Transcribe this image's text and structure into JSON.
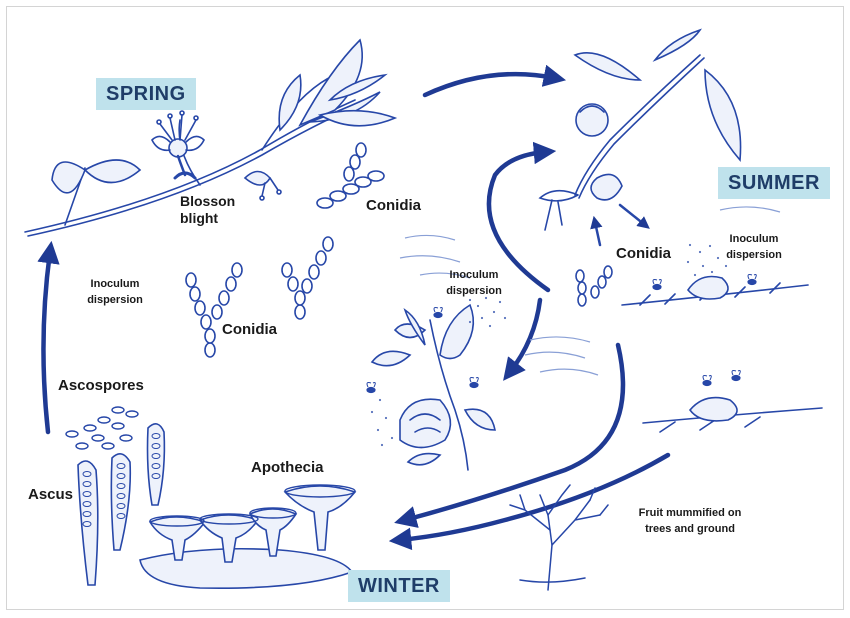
{
  "seasons": {
    "spring": "SPRING",
    "summer": "SUMMER",
    "winter": "WINTER"
  },
  "labels": {
    "blossom_blight_line1": "Blosson",
    "blossom_blight_line2": "blight",
    "conidia_spring": "Conidia",
    "conidia_left": "Conidia",
    "conidia_summer": "Conidia",
    "inoculum_left_line1": "Inoculum",
    "inoculum_left_line2": "dispersion",
    "inoculum_center_line1": "Inoculum",
    "inoculum_center_line2": "dispersion",
    "inoculum_right_line1": "Inoculum",
    "inoculum_right_line2": "dispersion",
    "ascospores": "Ascospores",
    "ascus": "Ascus",
    "apothecia": "Apothecia",
    "mummified_line1": "Fruit mummified on",
    "mummified_line2": "trees and ground"
  },
  "colors": {
    "ink": "#2747a8",
    "arrow": "#1f3a93",
    "season_bg": "#bfe2ec"
  }
}
